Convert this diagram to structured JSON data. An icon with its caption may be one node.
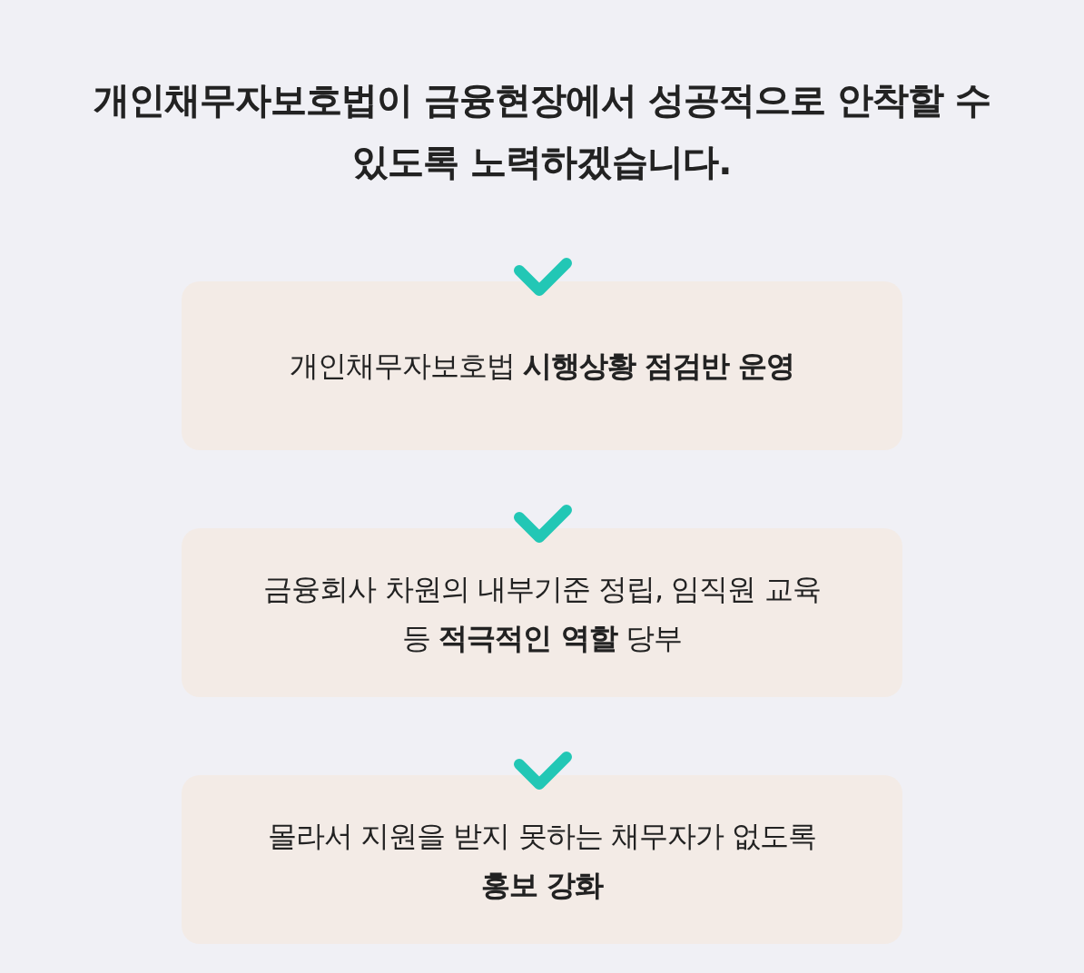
{
  "diagram": {
    "title": "개인채무자보호법이 금융현장에서 **성공적으로 안착**할 수 있도록 노력하겠습니다.",
    "nodes": [
      {
        "text": [
          "개인채무자보호법 **시행상황 점검반 운영**"
        ]
      },
      {
        "text": [
          "금융회사 차원의 내부기준 정립, 임직원 교육 등 **적극적인 역할** 당부"
        ]
      },
      {
        "text": [
          "몰라서 지원을 받지 못하는 채무자가 없도록 **홍보 강화**"
        ]
      }
    ]
  }
}
